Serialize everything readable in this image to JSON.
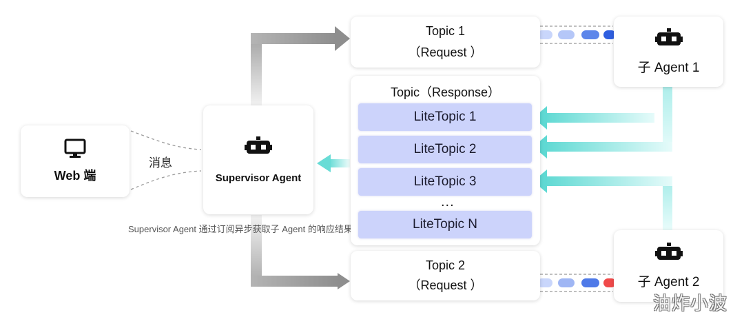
{
  "web_card": {
    "label": "Web 端",
    "icon": "monitor-icon"
  },
  "message_label": "消息",
  "supervisor_card": {
    "label": "Supervisor Agent",
    "icon": "robot-icon"
  },
  "caption": "Supervisor Agent 通过订阅异步获取子 Agent 的响应结果",
  "topic1": {
    "line1": "Topic 1",
    "line2": "（Request ）"
  },
  "topic2": {
    "line1": "Topic 2",
    "line2": "（Request ）"
  },
  "response_panel": {
    "title": "Topic（Response）",
    "items": [
      "LiteTopic 1",
      "LiteTopic 2",
      "LiteTopic 3",
      "LiteTopic N"
    ],
    "ellipsis": "..."
  },
  "agent1": {
    "label": "子 Agent 1",
    "icon": "robot-icon"
  },
  "agent2": {
    "label": "子 Agent 2",
    "icon": "robot-icon"
  },
  "watermark": "油炸小波",
  "colors": {
    "gray_arrow": "#9a9a9a",
    "teal_arrow": "#66dbd6",
    "lite_fill": "#ccd3fb",
    "pill_light": "#c9d6fb",
    "pill_mid": "#7ea1f0",
    "pill_dark": "#2f5fe0",
    "pill_red": "#f04a4a"
  }
}
